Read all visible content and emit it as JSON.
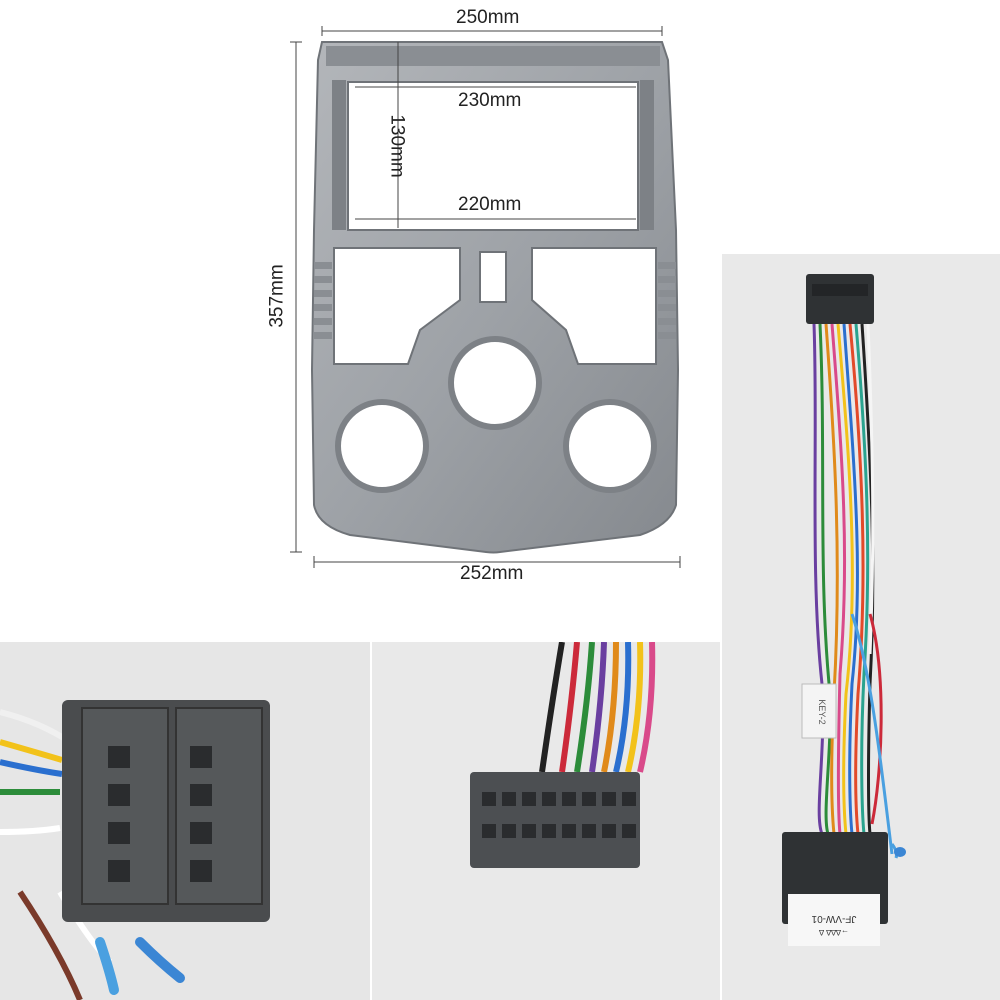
{
  "dimensions": {
    "top_width": "250mm",
    "inner_top_width": "230mm",
    "inner_height": "130mm",
    "inner_bottom_width": "220mm",
    "overall_height": "357mm",
    "bottom_width": "252mm"
  },
  "harness": {
    "tag_label": "KEY-2",
    "connector_label_line1": "JF-VW-01",
    "connector_label_line2": "→∆∆∆ ∆"
  },
  "colors": {
    "frame": "#9fa3a8",
    "frame_dark": "#6f7378",
    "connector": "#2f3234"
  }
}
